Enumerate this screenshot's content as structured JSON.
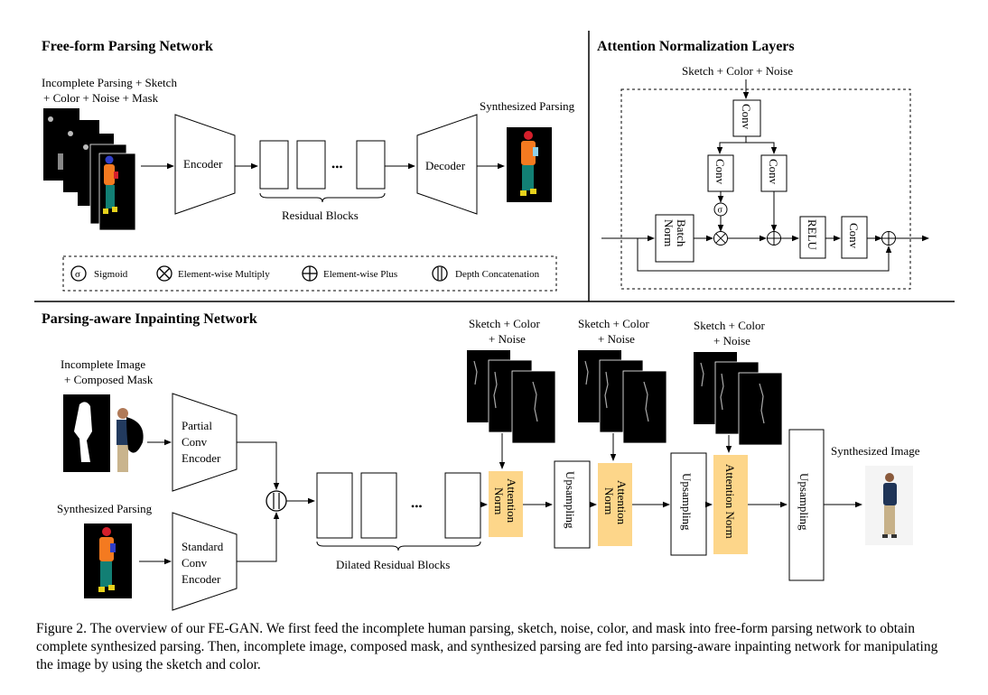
{
  "titles": {
    "free_form": "Free-form Parsing Network",
    "attention": "Attention Normalization Layers",
    "parsing_aware": "Parsing-aware Inpainting Network"
  },
  "free_form": {
    "input_line1": "Incomplete Parsing + Sketch",
    "input_line2": "+ Color + Noise + Mask",
    "encoder": "Encoder",
    "dots": "•••",
    "residual_blocks": "Residual Blocks",
    "decoder": "Decoder",
    "output": "Synthesized Parsing"
  },
  "legend": {
    "sigmoid_symbol": "σ",
    "sigmoid": "Sigmoid",
    "multiply": "Element-wise  Multiply",
    "plus": "Element-wise  Plus",
    "concat": "Depth  Concatenation"
  },
  "attention": {
    "input": "Sketch + Color + Noise",
    "conv": "Conv",
    "conv_left": "Conv",
    "conv_right": "Conv",
    "sigma": "σ",
    "batch_norm_1": "Batch",
    "batch_norm_2": "Norm",
    "relu": "RELU",
    "conv_out": "Conv"
  },
  "inpainting": {
    "input_line1": "Incomplete Image",
    "input_line2": "+ Composed Mask",
    "synth_parsing": "Synthesized Parsing",
    "partial_1": "Partial",
    "partial_2": "Conv",
    "partial_3": "Encoder",
    "standard_1": "Standard",
    "standard_2": "Conv",
    "standard_3": "Encoder",
    "dots": "•••",
    "dilated": "Dilated  Residual Blocks",
    "sketch1_a": "Sketch + Color",
    "sketch1_b": "+ Noise",
    "sketch2_a": "Sketch + Color",
    "sketch2_b": "+ Noise",
    "sketch3_a": "Sketch + Color",
    "sketch3_b": "+ Noise",
    "attn1": "Attention",
    "attn1b": "Norm",
    "attn2": "Attention",
    "attn2b": "Norm",
    "attn3": "Attention Norm",
    "upsampling": "Upsampling",
    "output": "Synthesized Image"
  },
  "caption": "Figure 2. The overview of our FE-GAN. We first feed the incomplete human parsing, sketch, noise, color, and mask into free-form parsing network to obtain complete synthesized parsing. Then, incomplete image, composed mask, and synthesized parsing are fed into parsing-aware inpainting network for manipulating the image by using the sketch and color.",
  "colors": {
    "attention_norm_fill": "#fdd68a",
    "parsing_orange": "#f47a20",
    "parsing_teal": "#127f74",
    "parsing_blue": "#2f3ec8",
    "parsing_red": "#d51f2b",
    "parsing_yellow": "#e7d21c"
  }
}
